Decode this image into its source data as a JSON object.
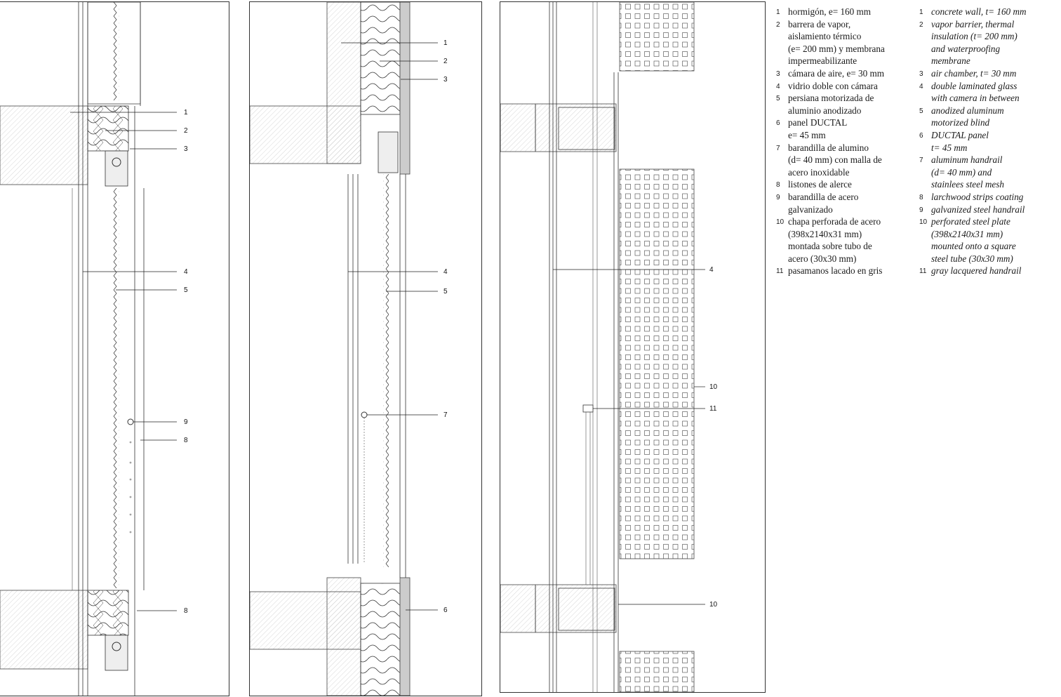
{
  "drawings": [
    {
      "id": "section-1",
      "callouts": [
        {
          "number": "1"
        },
        {
          "number": "2"
        },
        {
          "number": "3"
        },
        {
          "number": "4"
        },
        {
          "number": "5"
        },
        {
          "number": "9"
        },
        {
          "number": "8"
        },
        {
          "number": "8"
        }
      ]
    },
    {
      "id": "section-2",
      "callouts": [
        {
          "number": "1"
        },
        {
          "number": "2"
        },
        {
          "number": "3"
        },
        {
          "number": "4"
        },
        {
          "number": "5"
        },
        {
          "number": "7"
        },
        {
          "number": "6"
        }
      ]
    },
    {
      "id": "section-3",
      "callouts": [
        {
          "number": "4"
        },
        {
          "number": "10"
        },
        {
          "number": "11"
        },
        {
          "number": "10"
        }
      ]
    }
  ],
  "legend": {
    "spanish": [
      {
        "number": "1",
        "text": "hormigón, e= 160 mm"
      },
      {
        "number": "2",
        "text": "barrera de vapor,\naislamiento térmico\n(e= 200 mm) y membrana\nimpermeabilizante"
      },
      {
        "number": "3",
        "text": "cámara de aire, e= 30 mm"
      },
      {
        "number": "4",
        "text": "vidrio doble con cámara"
      },
      {
        "number": "5",
        "text": "persiana motorizada de\naluminio anodizado"
      },
      {
        "number": "6",
        "text": "panel DUCTAL\ne= 45 mm"
      },
      {
        "number": "7",
        "text": "barandilla de alumino\n(d= 40 mm) con malla de\nacero inoxidable"
      },
      {
        "number": "8",
        "text": "listones de alerce"
      },
      {
        "number": "9",
        "text": "barandilla de acero\ngalvanizado"
      },
      {
        "number": "10",
        "text": "chapa perforada de acero\n(398x2140x31 mm)\nmontada sobre tubo de\nacero (30x30 mm)"
      },
      {
        "number": "11",
        "text": "pasamanos lacado en gris"
      }
    ],
    "english": [
      {
        "number": "1",
        "text": "concrete wall, t= 160 mm"
      },
      {
        "number": "2",
        "text": "vapor barrier, thermal\ninsulation (t= 200 mm)\nand waterproofing\nmembrane"
      },
      {
        "number": "3",
        "text": "air chamber, t= 30 mm"
      },
      {
        "number": "4",
        "text": "double laminated glass\nwith camera in between"
      },
      {
        "number": "5",
        "text": "anodized aluminum\nmotorized blind"
      },
      {
        "number": "6",
        "text": "DUCTAL panel\nt= 45 mm"
      },
      {
        "number": "7",
        "text": "aluminum handrail\n(d= 40 mm) and\nstainlees steel mesh"
      },
      {
        "number": "8",
        "text": "larchwood strips coating"
      },
      {
        "number": "9",
        "text": "galvanized steel handrail"
      },
      {
        "number": "10",
        "text": "perforated steel plate\n(398x2140x31 mm)\nmounted onto a square\nsteel tube (30x30 mm)"
      },
      {
        "number": "11",
        "text": "gray lacquered handrail"
      }
    ]
  }
}
